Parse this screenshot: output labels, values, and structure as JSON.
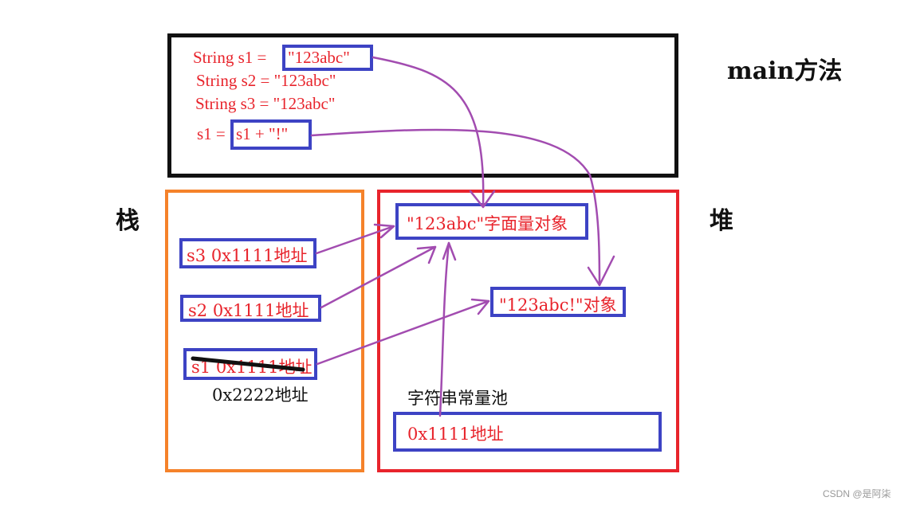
{
  "main": {
    "title": "main方法",
    "line1_prefix": "String s1 = ",
    "line1_literal": "\"123abc\"",
    "line2": "String s2 = \"123abc\"",
    "line3": "String s3 = \"123abc\"",
    "line4_prefix": "s1 = ",
    "line4_expr": "s1 + \"!\""
  },
  "stack": {
    "title": "栈",
    "s3": "s3 0x1111地址",
    "s2": "s2 0x1111地址",
    "s1_old": "s1 0x1111地址",
    "s1_new": "0x2222地址"
  },
  "heap": {
    "title": "堆",
    "literal_object": "\"123abc\"字面量对象",
    "concat_object": "\"123abc!\"对象",
    "pool_label": "字符串常量池",
    "pool_entry": "0x1111地址"
  },
  "watermark": "CSDN @是阿柒",
  "colors": {
    "main_border": "#111111",
    "stack_border": "#f5822a",
    "heap_border": "#e8242c",
    "inner_box": "#3d43c4",
    "text": "#e8242c",
    "arrow": "#a24cb0"
  }
}
